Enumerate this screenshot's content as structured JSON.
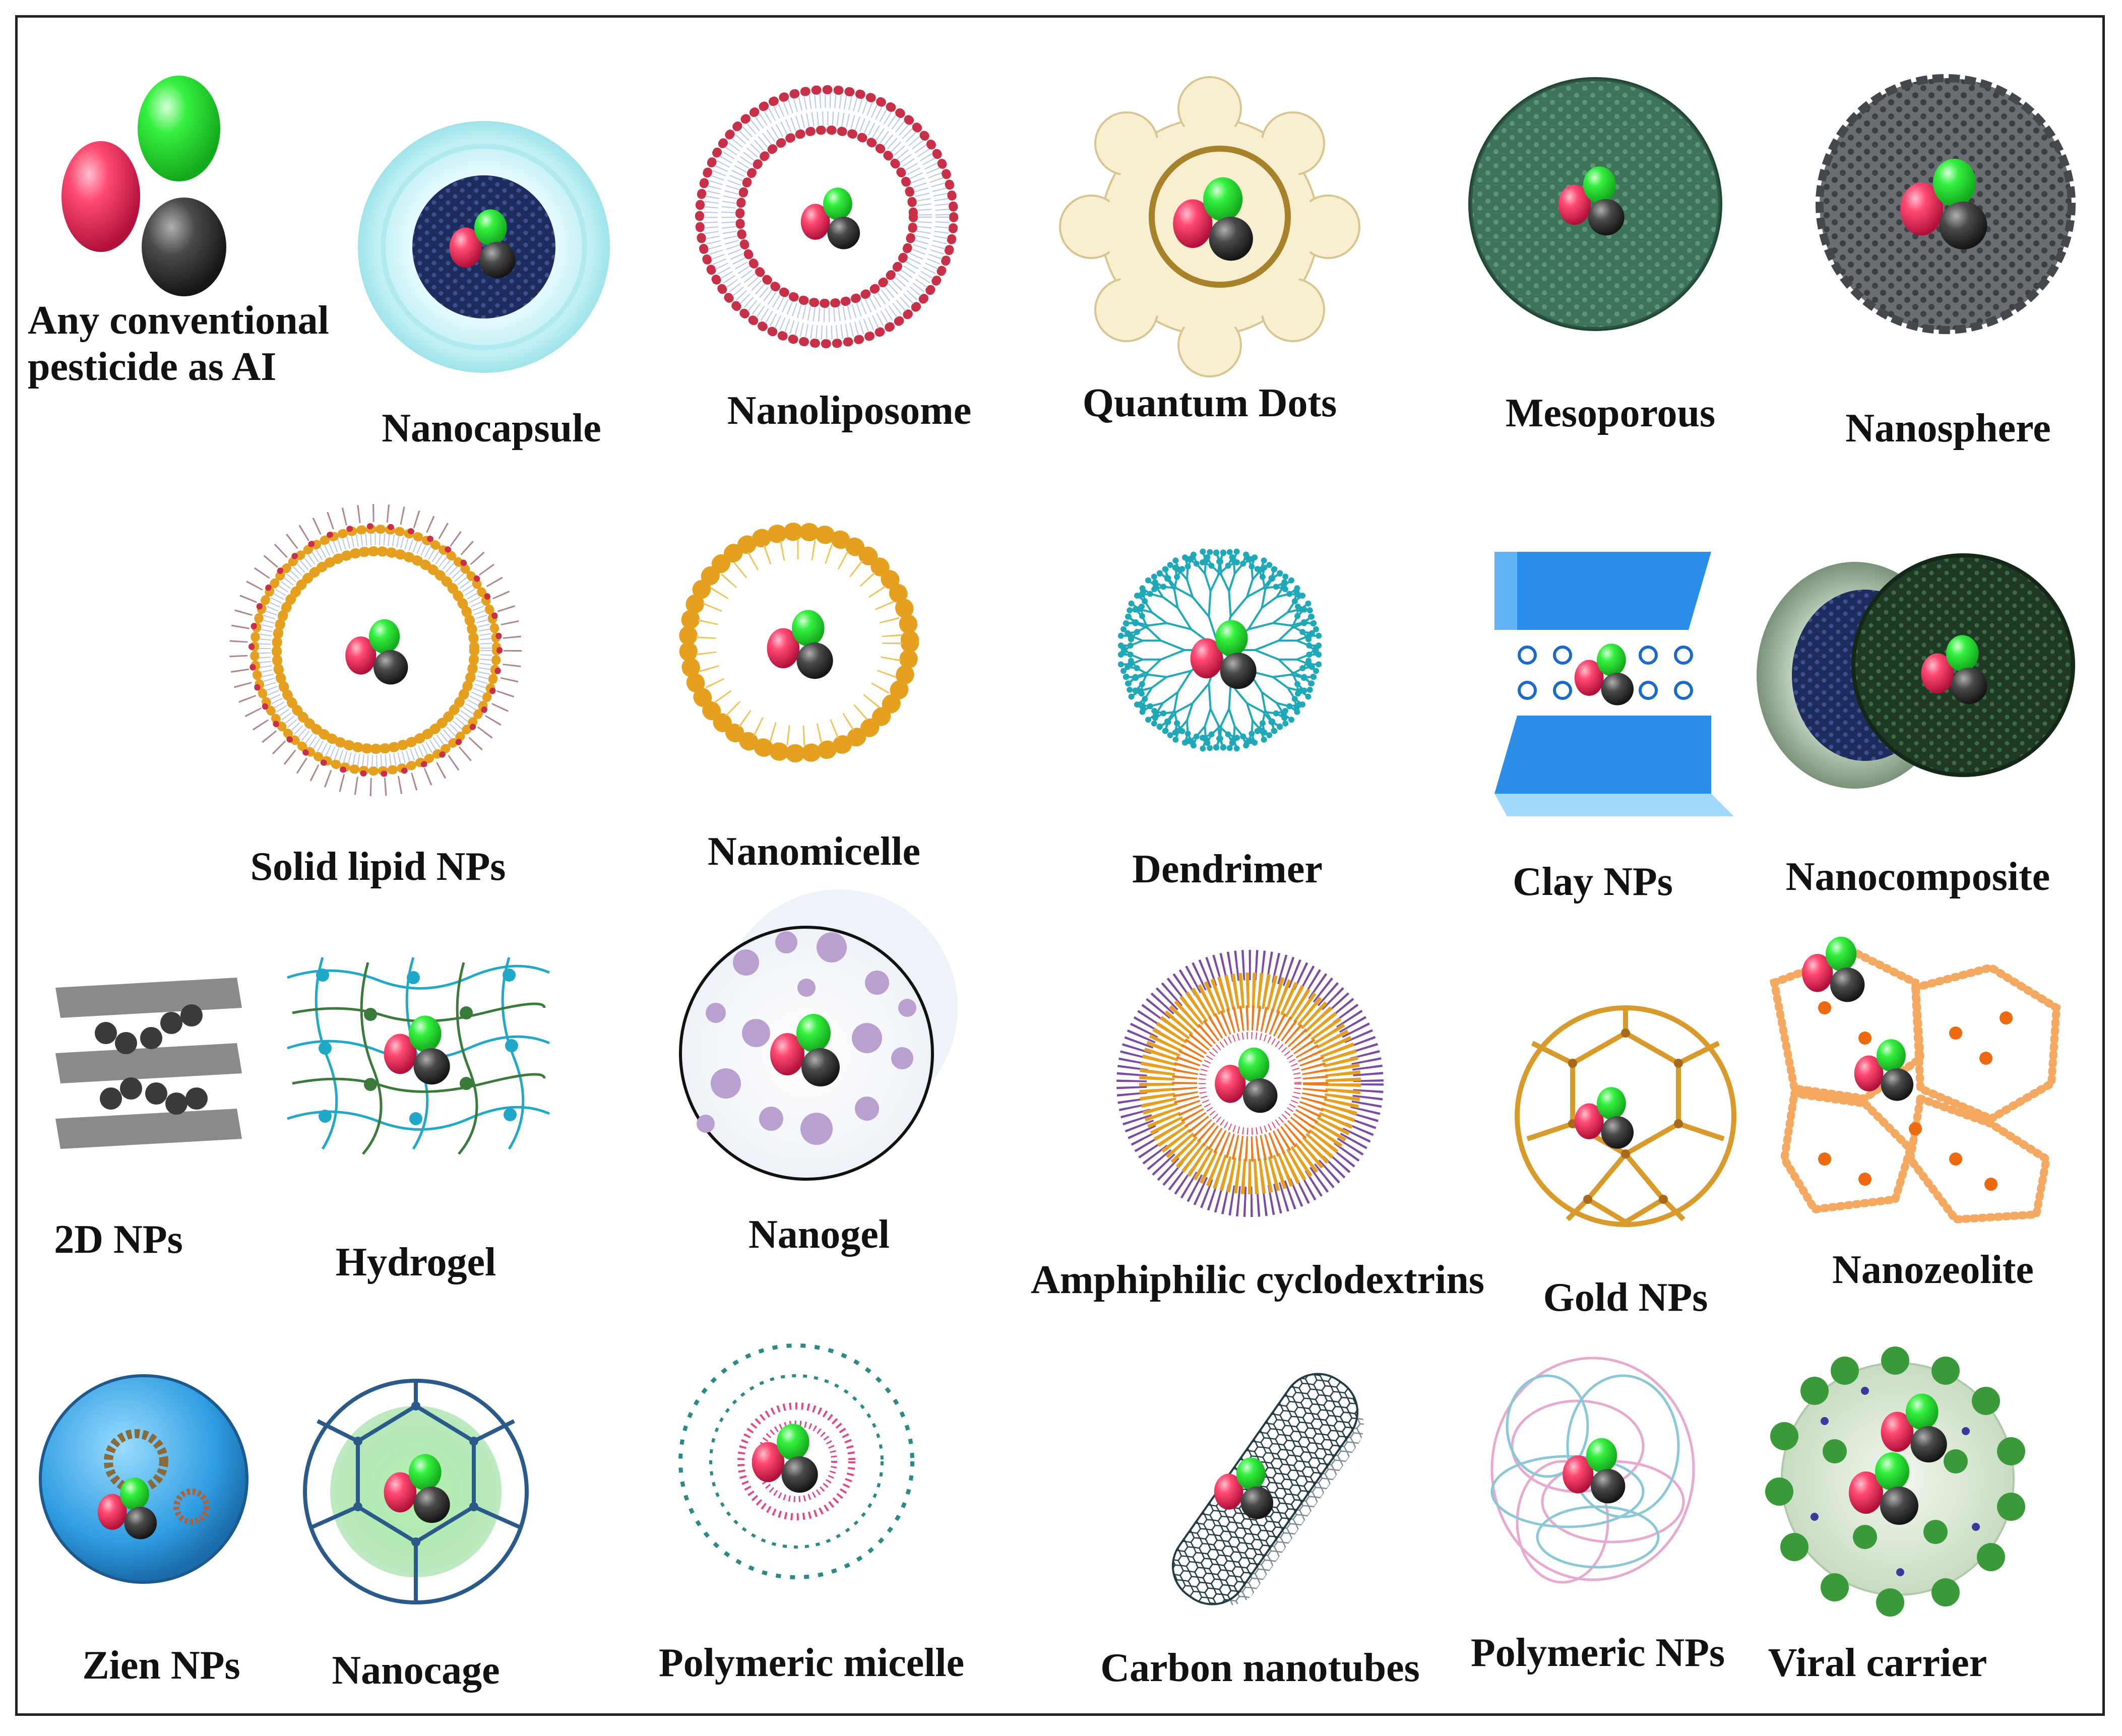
{
  "figure": {
    "labels": {
      "conventional_line1": "Any conventional",
      "conventional_line2": "pesticide as AI",
      "nanocapsule": "Nanocapsule",
      "nanoliposome": "Nanoliposome",
      "quantum_dots": "Quantum Dots",
      "mesoporous": "Mesoporous",
      "nanosphere": "Nanosphere",
      "solid_lipid": "Solid lipid NPs",
      "nanomicelle": "Nanomicelle",
      "dendrimer": "Dendrimer",
      "clay": "Clay NPs",
      "nanocomposite": "Nanocomposite",
      "np2d": "2D NPs",
      "hydrogel": "Hydrogel",
      "nanogel": "Nanogel",
      "cyclodextrins": "Amphiphilic cyclodextrins",
      "gold": "Gold NPs",
      "nanozeolite": "Nanozeolite",
      "zien": "Zien NPs",
      "nanocage": "Nanocage",
      "polymeric_micelle": "Polymeric micelle",
      "carbon_nanotubes": "Carbon nanotubes",
      "polymeric_nps": "Polymeric NPs",
      "viral_carrier": "Viral carrier"
    },
    "colors": {
      "ai_red": "#e8305a",
      "ai_green": "#2ee83a",
      "ai_dark": "#3a3a3a",
      "liposome_red": "#c83048",
      "micelle_orange": "#e6a020",
      "dendrimer_teal": "#1fa8b8",
      "clay_blue": "#2a8ee8",
      "gold": "#d89a2a",
      "nanocage_blue": "#2a5a8a",
      "mesoporous_green": "#2e6a4a",
      "nanosphere_gray": "#6a6e72",
      "zien_blue": "#2f9de0",
      "viral_green": "#3a9a3a"
    },
    "icons": [
      "pesticide-ai-icon",
      "nanocapsule-icon",
      "nanoliposome-icon",
      "quantum-dots-icon",
      "mesoporous-icon",
      "nanosphere-icon",
      "solid-lipid-np-icon",
      "nanomicelle-icon",
      "dendrimer-icon",
      "clay-np-icon",
      "nanocomposite-icon",
      "2d-np-icon",
      "hydrogel-icon",
      "nanogel-icon",
      "cyclodextrin-icon",
      "gold-np-icon",
      "nanozeolite-icon",
      "zien-np-icon",
      "nanocage-icon",
      "polymeric-micelle-icon",
      "carbon-nanotube-icon",
      "polymeric-np-icon",
      "viral-carrier-icon"
    ]
  }
}
